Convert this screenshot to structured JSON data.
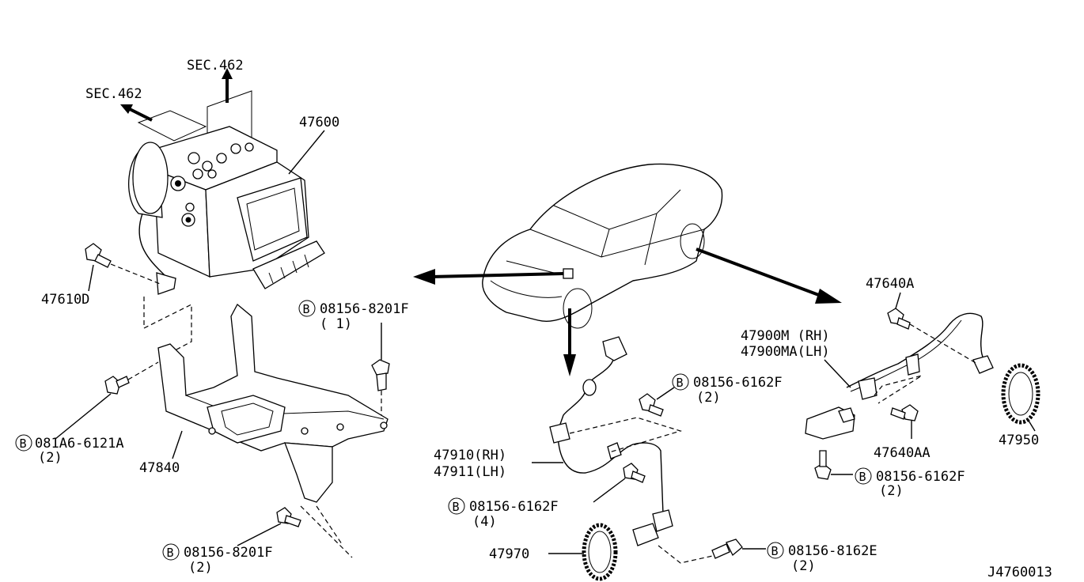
{
  "diagram_id": "J4760013",
  "sections": {
    "sec_top": "SEC.462",
    "sec_left": "SEC.462"
  },
  "parts": {
    "abs_actuator": "47600",
    "actuator_bolt": "47610D",
    "bracket": "47840",
    "bolt_081a6_code": "081A6-6121A",
    "bolt_081a6_qty": "(2)",
    "bolt_8201f_top_code": "08156-8201F",
    "bolt_8201f_top_qty": "( 1)",
    "bolt_8201f_bottom_code": "08156-8201F",
    "bolt_8201f_bottom_qty": "(2)",
    "front_sensor_rh": "47910(RH)",
    "front_sensor_lh": "47911(LH)",
    "front_bolt_a_code": "08156-6162F",
    "front_bolt_a_qty": "(2)",
    "front_bolt_b_code": "08156-6162F",
    "front_bolt_b_qty": "(4)",
    "front_rotor": "47970",
    "front_bolt_c_code": "08156-8162E",
    "front_bolt_c_qty": "(2)",
    "rear_bolt_top": "47640A",
    "rear_sensor_rh": "47900M  (RH)",
    "rear_sensor_lh": "47900MA(LH)",
    "rear_bolt_mid": "47640AA",
    "rear_rotor": "47950",
    "rear_bolt_code": "08156-6162F",
    "rear_bolt_qty": "(2)",
    "bolt_symbol": "B"
  }
}
